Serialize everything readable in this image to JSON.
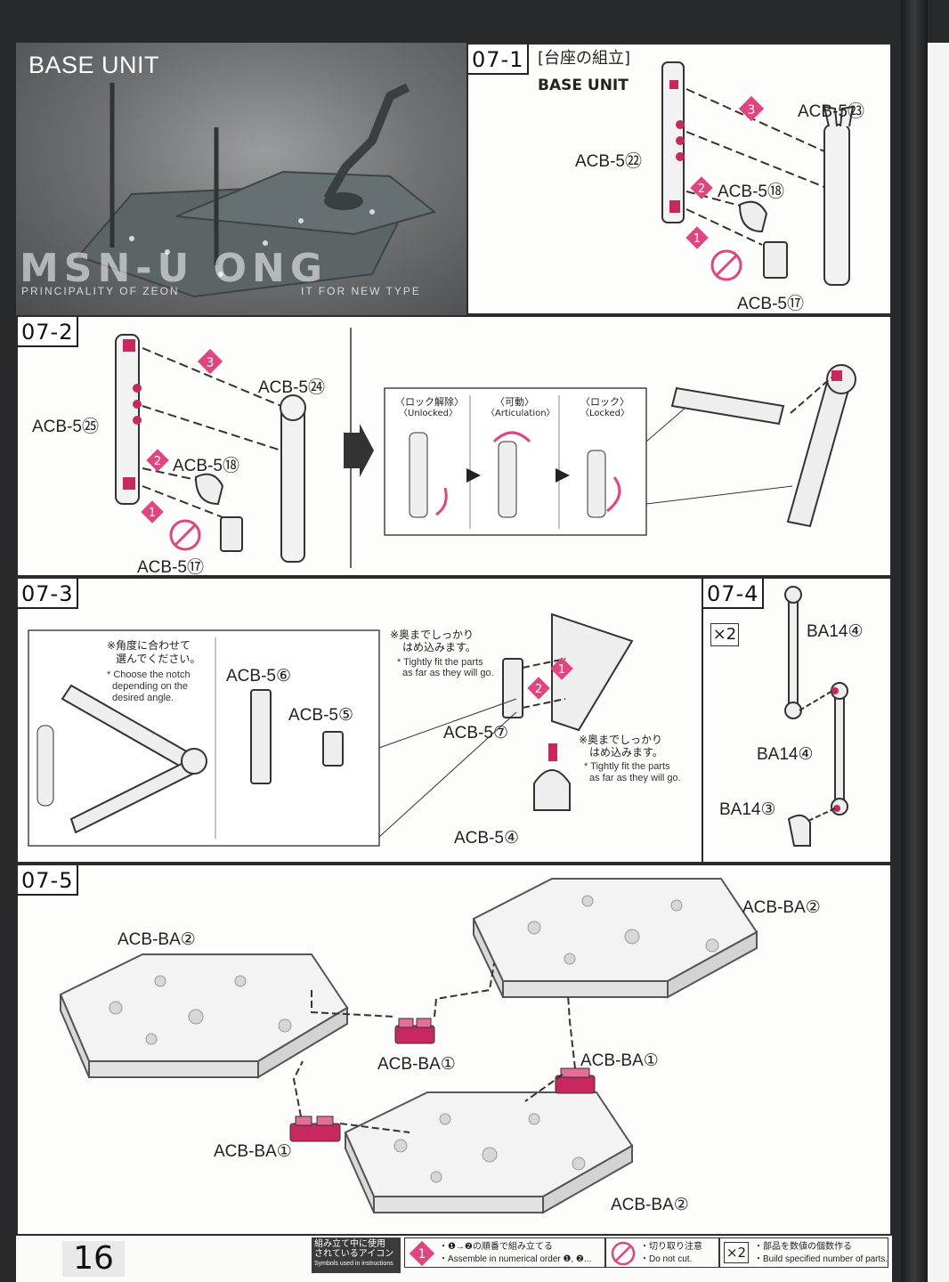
{
  "header": {
    "photo_title": "BASE UNIT",
    "watermark_big": "MSN-U    ONG",
    "watermark_left": "PRINCIPALITY OF ZEON",
    "watermark_right": "IT FOR NEW TYPE"
  },
  "step_071": {
    "number": "07-1",
    "title_jp": "[台座の組立]",
    "title_en": "BASE UNIT",
    "parts": [
      "ACB-5㉓",
      "ACB-5㉒",
      "ACB-5⑱",
      "ACB-5⑰"
    ]
  },
  "step_072": {
    "number": "07-2",
    "parts": [
      "ACB-5㉔",
      "ACB-5㉕",
      "ACB-5⑱",
      "ACB-5⑰"
    ],
    "states": [
      {
        "jp": "〈ロック解除〉",
        "en": "〈Unlocked〉"
      },
      {
        "jp": "〈可動〉",
        "en": "〈Articulation〉"
      },
      {
        "jp": "〈ロック〉",
        "en": "〈Locked〉"
      }
    ]
  },
  "step_073": {
    "number": "07-3",
    "note_jp": "※角度に合わせて選んでください。",
    "note_jp_1": "※角度に合わせて",
    "note_jp_2": "選んでください。",
    "note_en_1": "* Choose the notch",
    "note_en_2": "depending on the",
    "note_en_3": "desired angle.",
    "fit_jp_1": "※奥までしっかり",
    "fit_jp_2": "はめ込みます。",
    "fit_en_1": "* Tightly fit the parts",
    "fit_en_2": "as far as they will go.",
    "parts": [
      "ACB-5⑥",
      "ACB-5⑤",
      "ACB-5⑦",
      "ACB-5④"
    ]
  },
  "step_074": {
    "number": "07-4",
    "count": "×2",
    "parts": [
      "BA14④",
      "BA14④",
      "BA14③"
    ]
  },
  "step_075": {
    "number": "07-5",
    "parts": [
      "ACB-BA②",
      "ACB-BA②",
      "ACB-BA①",
      "ACB-BA①",
      "ACB-BA①",
      "ACB-BA②"
    ]
  },
  "footer": {
    "page_number": "16",
    "icons_jp_1": "組み立て中に使用",
    "icons_jp_2": "されているアイコン",
    "icons_en": "Symbols used in instructions",
    "order_jp": "・❶→❷の順番で組み立てる",
    "order_en": "・Assemble in numerical order ❶, ❷...",
    "cut_jp": "・切り取り注意",
    "cut_en": "・Do not cut.",
    "count_jp": "・部品を数値の個数作る",
    "count_en": "・Build specified number of parts.",
    "count_icon": "×2"
  },
  "colors": {
    "accent": "#e0457f",
    "part_pink": "#c8285f",
    "line": "#2b2b2b"
  },
  "icons": [
    "step-1-icon",
    "step-2-icon",
    "step-3-icon",
    "do-not-cut-icon",
    "arrow-right-icon"
  ]
}
